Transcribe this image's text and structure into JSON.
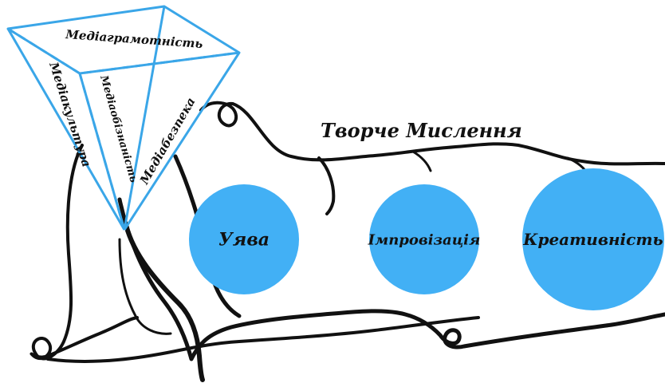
{
  "title": "Творче Мислення",
  "pyramid": {
    "faces": [
      "Медіаграмотність",
      "Медіакультура",
      "Медіаобізнаність",
      "Медіабезпека"
    ],
    "line_color": "#3aa6e8"
  },
  "circles": {
    "fill_color": "#42b0f5",
    "items": [
      {
        "label": "Уява"
      },
      {
        "label": "Імпровізація"
      },
      {
        "label": "Креативність"
      }
    ]
  },
  "line_color": "#111111"
}
